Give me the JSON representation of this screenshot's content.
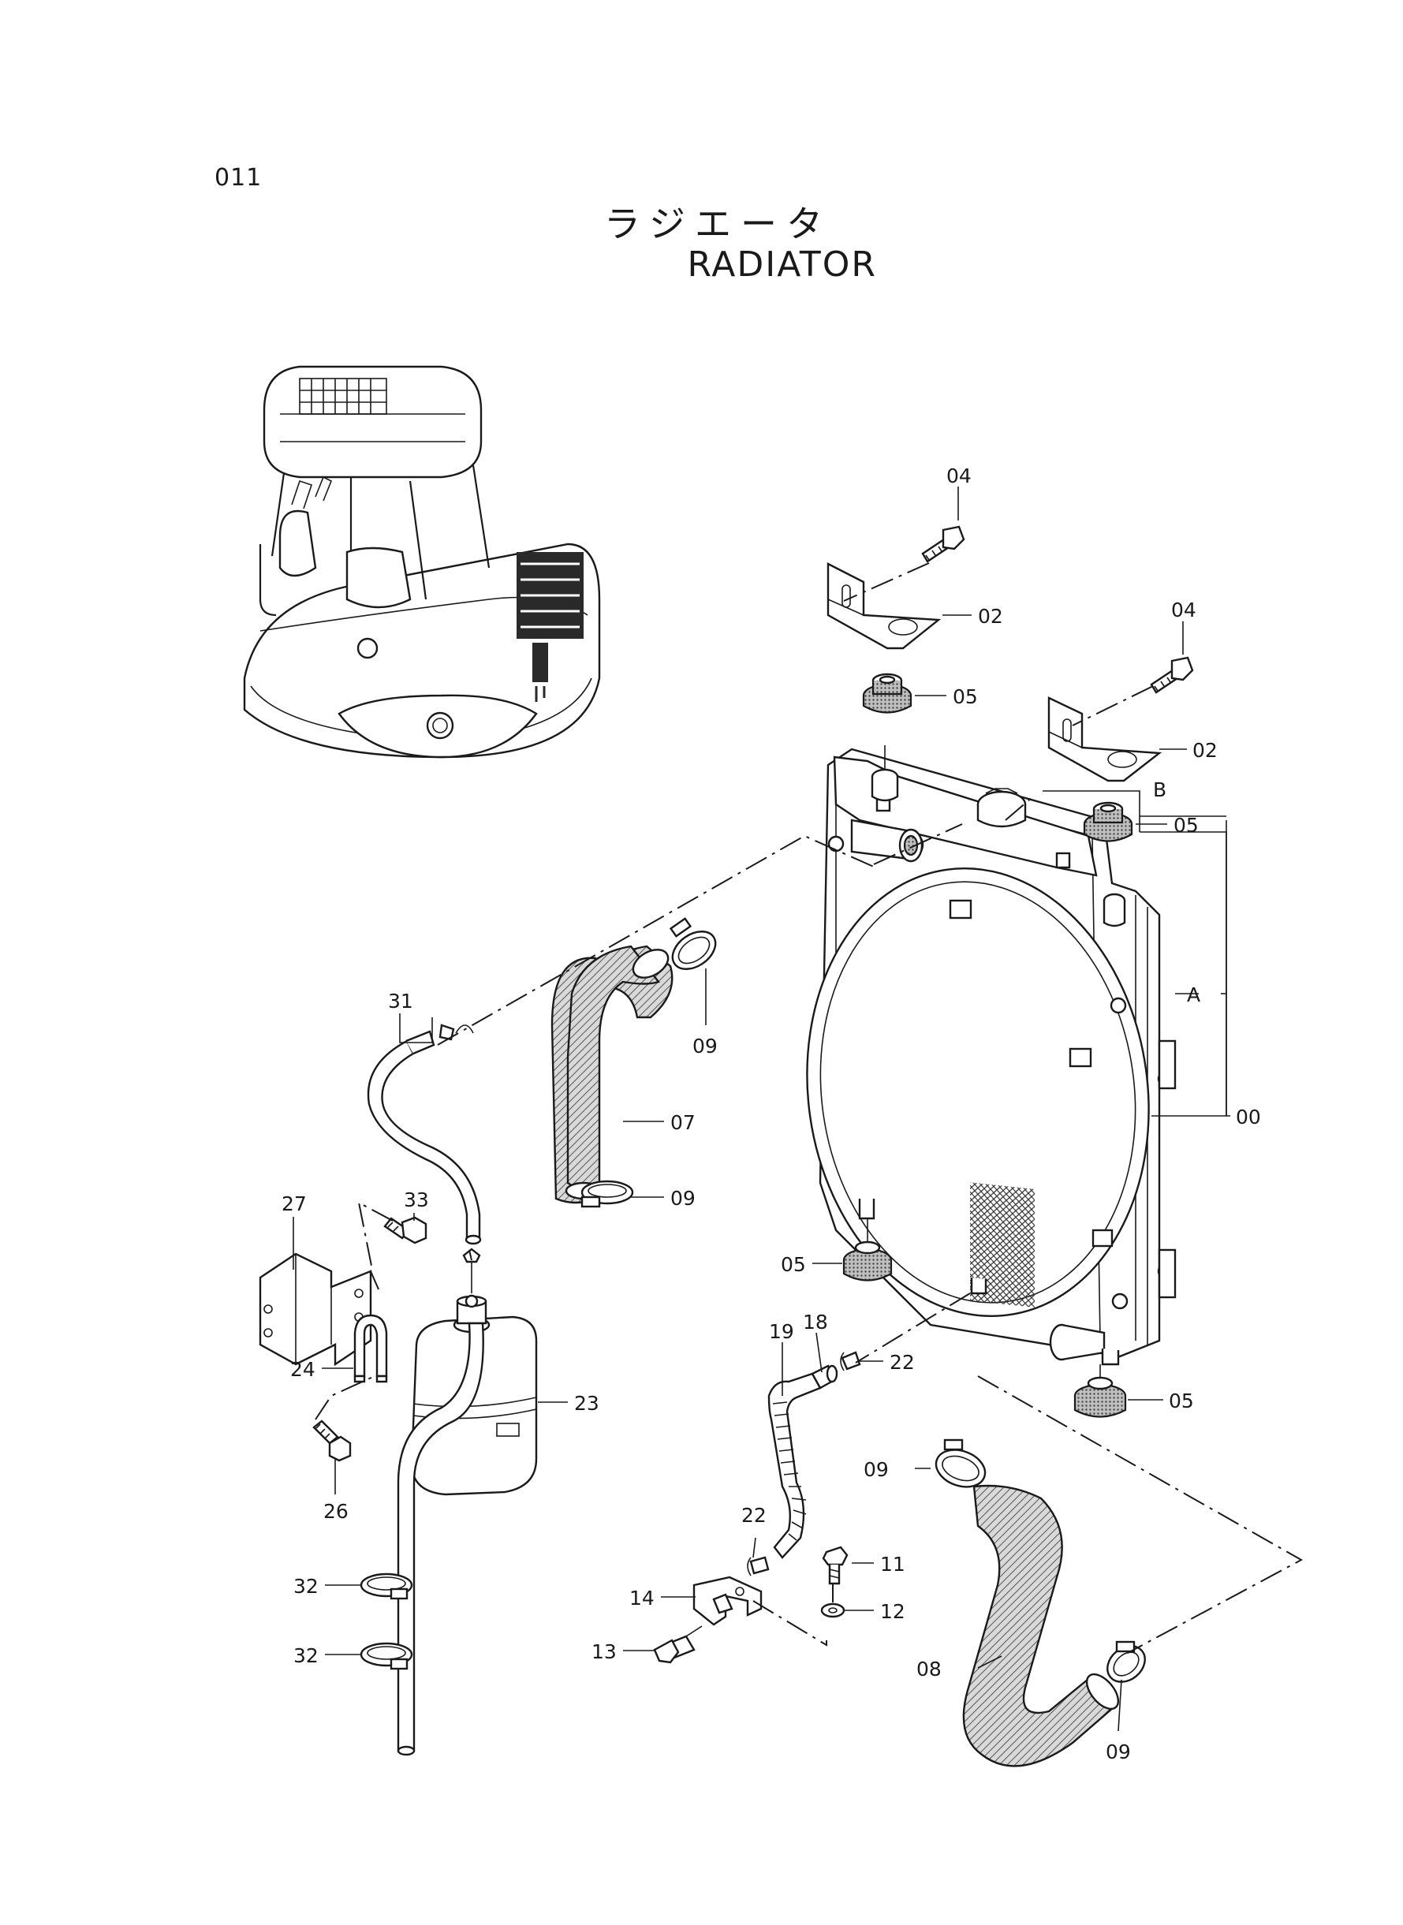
{
  "page_number": "011",
  "title_jp": "ラジエータ",
  "title_en": "RADIATOR",
  "part_labels": {
    "p00": "00",
    "p02a": "02",
    "p02b": "02",
    "p04a": "04",
    "p04b": "04",
    "p05a": "05",
    "p05b": "05",
    "p05c": "05",
    "p05d": "05",
    "p07": "07",
    "p08": "08",
    "p09a": "09",
    "p09b": "09",
    "p09c": "09",
    "p09d": "09",
    "p11": "11",
    "p12": "12",
    "p13": "13",
    "p14": "14",
    "p18": "18",
    "p19": "19",
    "p22a": "22",
    "p22b": "22",
    "p23": "23",
    "p24": "24",
    "p26": "26",
    "p27": "27",
    "p31": "31",
    "p32a": "32",
    "p32b": "32",
    "p33": "33",
    "refA": "A",
    "refB": "B"
  }
}
